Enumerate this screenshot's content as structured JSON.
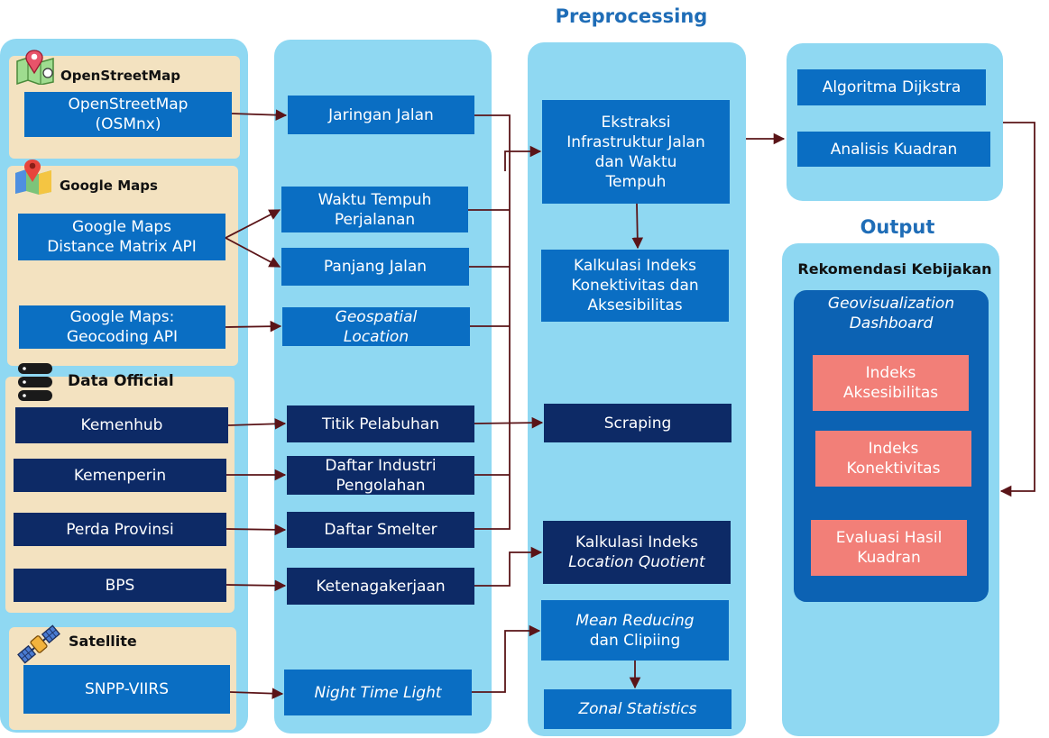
{
  "titles": {
    "preprocessing": "Preprocessing",
    "output": "Output"
  },
  "sources": {
    "osm": {
      "header": "OpenStreetMap",
      "box": "OpenStreetMap\n(OSMnx)"
    },
    "google": {
      "header": "Google Maps",
      "distance": "Google Maps\nDistance Matrix API",
      "geocoding": "Google Maps:\nGeocoding API"
    },
    "official": {
      "header": "Data Official",
      "items": [
        "Kemenhub",
        "Kemenperin",
        "Perda Provinsi",
        "BPS"
      ]
    },
    "satellite": {
      "header": "Satellite",
      "box": "SNPP-VIIRS"
    }
  },
  "data": {
    "items": [
      "Jaringan Jalan",
      "Waktu Tempuh\nPerjalanan",
      "Panjang Jalan",
      "Geospatial\nLocation",
      "Titik Pelabuhan",
      "Daftar Industri\nPengolahan",
      "Daftar Smelter",
      "Ketenagakerjaan",
      "Night Time Light"
    ]
  },
  "preprocessing": {
    "items": [
      "Ekstraksi\nInfrastruktur Jalan\ndan Waktu\nTempuh",
      "Kalkulasi Indeks\nKonektivitas dan\nAksesibilitas",
      "Scraping",
      "Kalkulasi Indeks",
      "Location Quotient",
      "Mean Reducing",
      "dan Clipiing",
      "Zonal Statistics"
    ]
  },
  "analysis": {
    "items": [
      "Algoritma Dijkstra",
      "Analisis Kuadran"
    ]
  },
  "output": {
    "header": "Rekomendasi Kebijakan",
    "dashboard": "Geovisualization\nDashboard",
    "items": [
      "Indeks\nAksesibilitas",
      "Indeks\nKonektivitas",
      "Evaluasi Hasil\nKuadran"
    ]
  },
  "colors": {
    "panel": "#8fd8f2",
    "tan": "#f3e2c0",
    "blue": "#0a6ec3",
    "navy": "#0d2a66",
    "salmon": "#f27f78",
    "arrow": "#5a1418",
    "title": "#1f6db7"
  },
  "icons": [
    "map-pin-icon",
    "google-maps-icon",
    "database-icon",
    "satellite-icon"
  ]
}
